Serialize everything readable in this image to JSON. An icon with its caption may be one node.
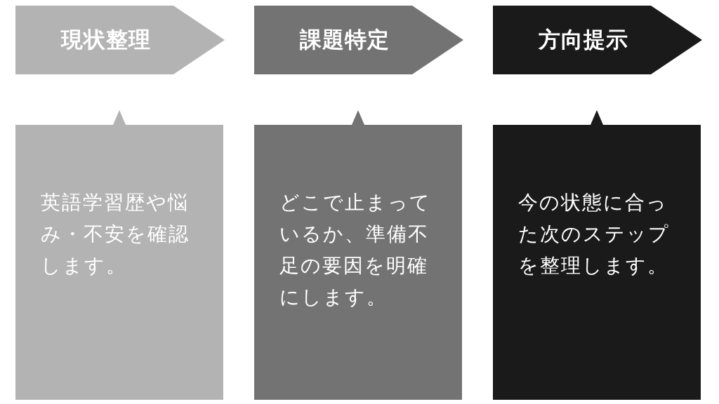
{
  "diagram": {
    "nodes": [
      {
        "text": [
          "現状整理"
        ]
      },
      {
        "text": [
          "課題特定"
        ]
      },
      {
        "text": [
          "方向提示"
        ]
      },
      {
        "text": [
          "英語学習歴や悩み・不安を確認します。"
        ]
      },
      {
        "text": [
          "どこで止まっているか、準備不足の要因を明確にします。"
        ]
      },
      {
        "text": [
          "今の状態に合った次のステップを整理します。"
        ]
      }
    ]
  }
}
